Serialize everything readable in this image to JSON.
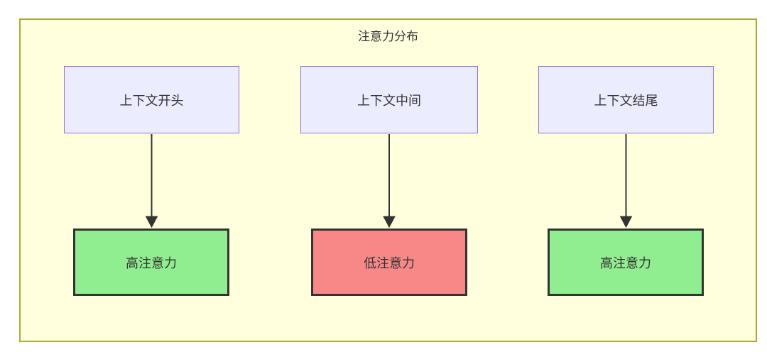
{
  "diagram": {
    "title": "注意力分布",
    "top_nodes": [
      {
        "id": "context-start",
        "label": "上下文开头"
      },
      {
        "id": "context-middle",
        "label": "上下文中间"
      },
      {
        "id": "context-end",
        "label": "上下文结尾"
      }
    ],
    "bottom_nodes": [
      {
        "id": "high-attention-left",
        "label": "高注意力",
        "tone": "high"
      },
      {
        "id": "low-attention-middle",
        "label": "低注意力",
        "tone": "low"
      },
      {
        "id": "high-attention-right",
        "label": "高注意力",
        "tone": "high"
      }
    ],
    "edges": [
      {
        "from": "context-start",
        "to": "high-attention-left"
      },
      {
        "from": "context-middle",
        "to": "low-attention-middle"
      },
      {
        "from": "context-end",
        "to": "high-attention-right"
      }
    ],
    "colors": {
      "cluster_fill": "#ffffde",
      "cluster_border": "#aaaa33",
      "top_node_fill": "#ececff",
      "top_node_border": "#9370db",
      "high_attention_fill": "#90ee90",
      "low_attention_fill": "#f88888",
      "bottom_node_border": "#333333",
      "arrow": "#333333",
      "text": "#333333"
    }
  }
}
